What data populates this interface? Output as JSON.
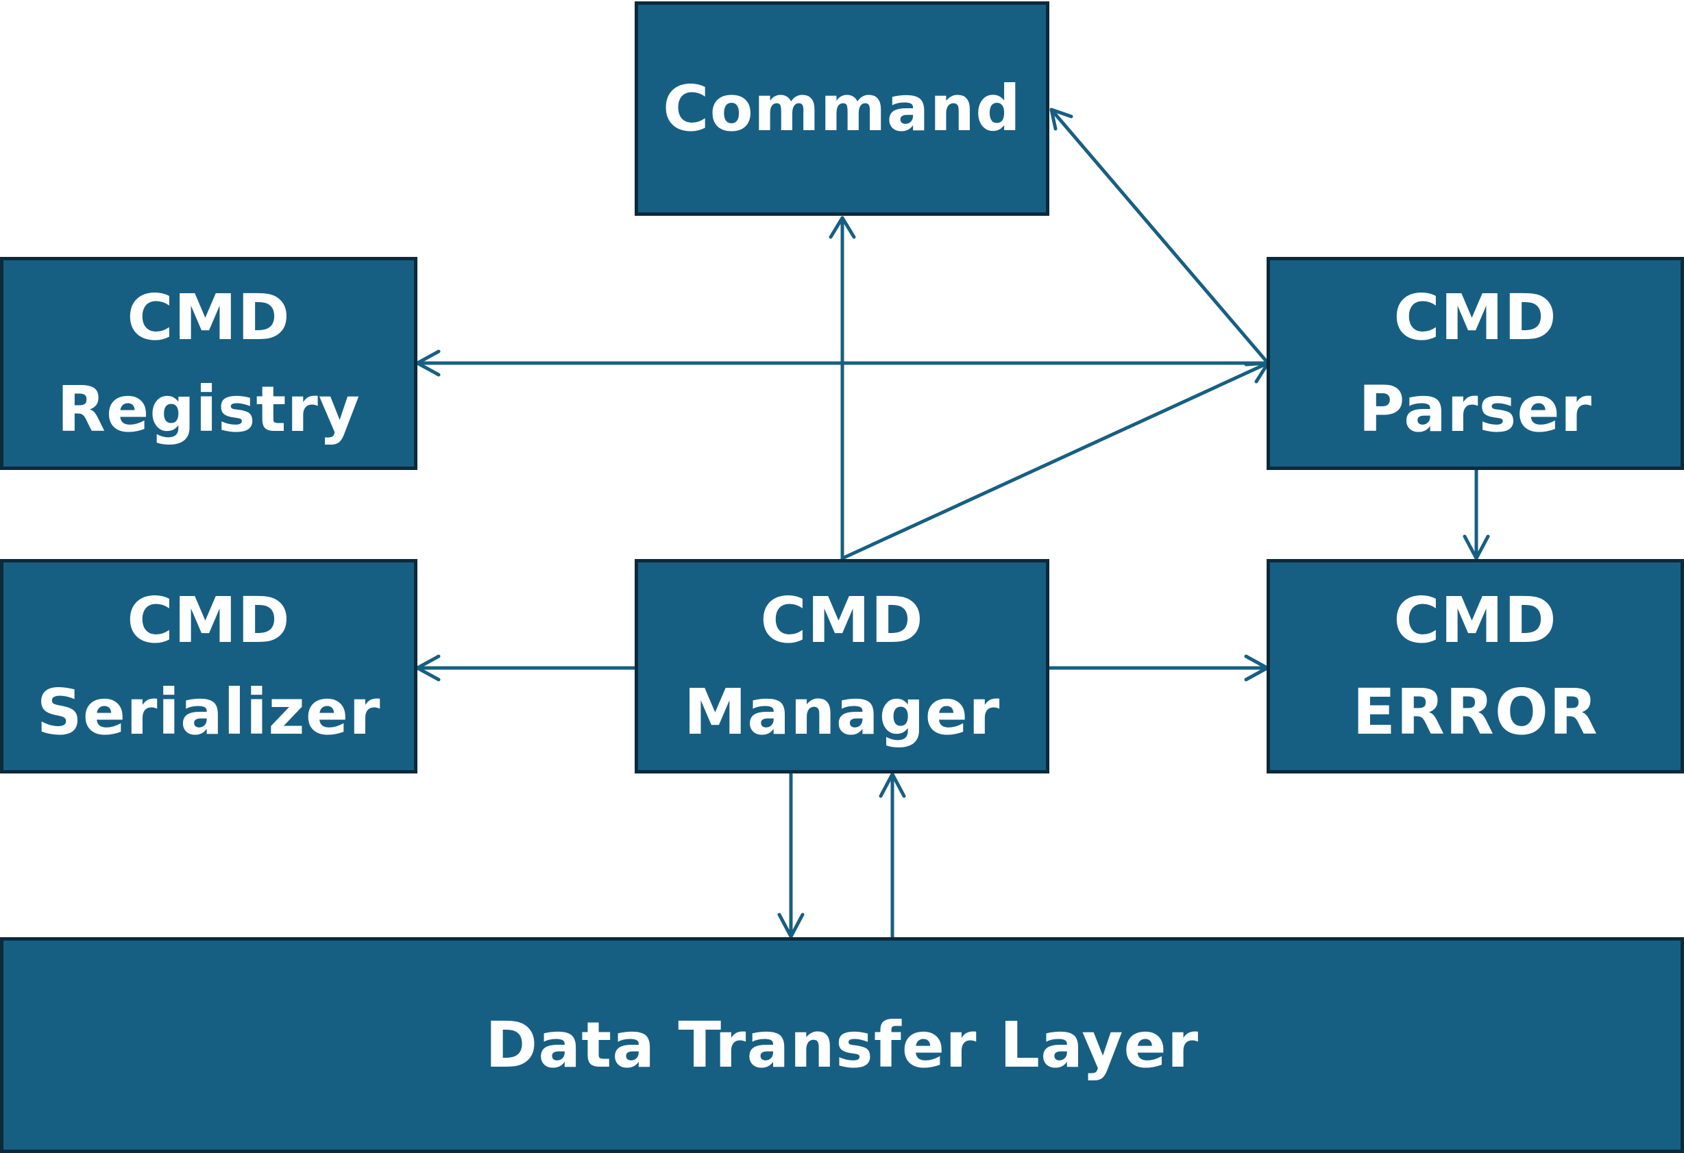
{
  "colors": {
    "box_fill": "#175f82",
    "box_border": "#0b2a3b",
    "box_text": "#ffffff",
    "connector": "#175f82",
    "background": "#ffffff"
  },
  "nodes": {
    "command": {
      "label": "Command"
    },
    "registry": {
      "line1": "CMD",
      "line2": "Registry"
    },
    "parser": {
      "line1": "CMD",
      "line2": "Parser"
    },
    "serializer": {
      "line1": "CMD",
      "line2": "Serializer"
    },
    "manager": {
      "line1": "CMD",
      "line2": "Manager"
    },
    "error": {
      "line1": "CMD",
      "line2": "ERROR"
    },
    "data_transfer": {
      "label": "Data Transfer Layer"
    }
  },
  "edges": [
    {
      "from": "CMD Manager",
      "to": "Command"
    },
    {
      "from": "CMD Manager",
      "to": "CMD Parser"
    },
    {
      "from": "CMD Parser",
      "to": "Command"
    },
    {
      "from": "CMD Parser",
      "to": "CMD Registry"
    },
    {
      "from": "CMD Parser",
      "to": "CMD ERROR"
    },
    {
      "from": "CMD Manager",
      "to": "CMD Serializer"
    },
    {
      "from": "CMD Manager",
      "to": "CMD ERROR"
    },
    {
      "from": "CMD Manager",
      "to": "Data Transfer Layer"
    },
    {
      "from": "Data Transfer Layer",
      "to": "CMD Manager"
    }
  ]
}
